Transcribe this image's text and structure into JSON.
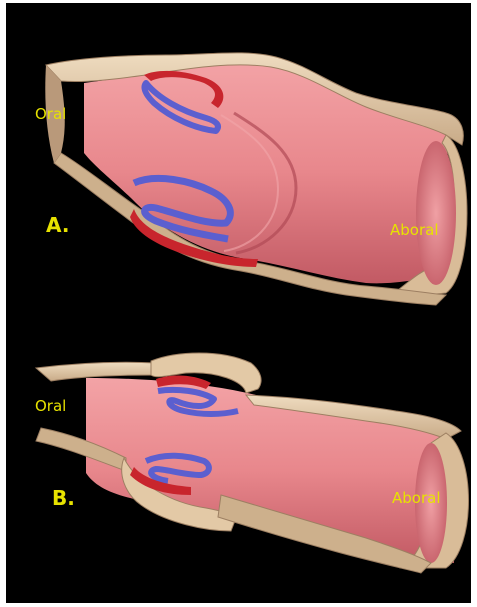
{
  "panel_a": {
    "label": "A.",
    "oral_label": "Oral",
    "aboral_label": "Aboral"
  },
  "panel_b": {
    "label": "B.",
    "oral_label": "Oral",
    "aboral_label": "Aboral"
  },
  "colors": {
    "background": "#000000",
    "outer_wall": "#e3c9a6",
    "outer_wall_shade": "#b79a7b",
    "lumen": "#e8878c",
    "lumen_shade": "#c25a64",
    "artery": "#c8252d",
    "vein": "#5b5fcf",
    "label_text": "#e7e200"
  }
}
